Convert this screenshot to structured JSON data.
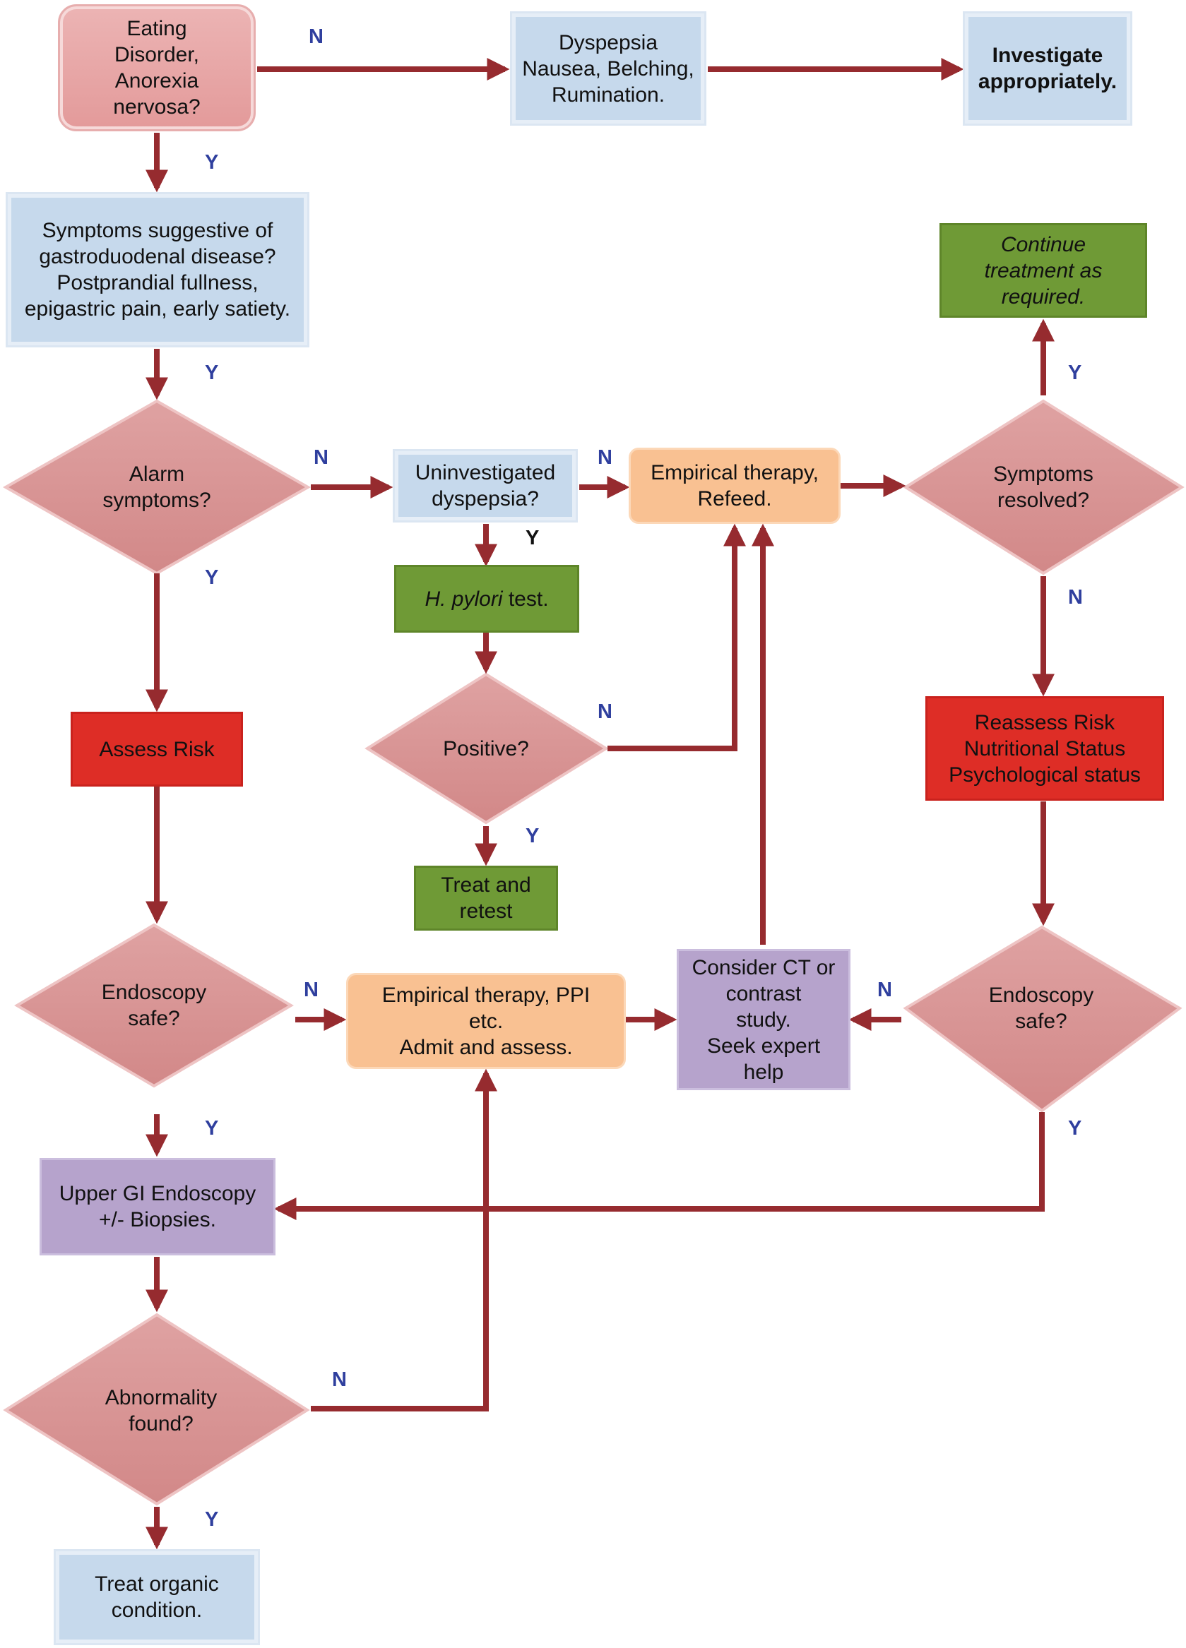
{
  "nodes": {
    "eating_disorder": "Eating\nDisorder,\nAnorexia\nnervosa?",
    "dyspepsia_nausea": "Dyspepsia\nNausea, Belching,\nRumination.",
    "investigate": "Investigate\nappropriately.",
    "symptoms_gastro": "Symptoms suggestive of\ngastroduodenal disease?\nPostprandial fullness,\nepigastric pain, early satiety.",
    "continue_treatment": "Continue\ntreatment as\nrequired.",
    "alarm_symptoms": "Alarm\nsymptoms?",
    "uninvestigated": "Uninvestigated\ndyspepsia?",
    "empirical_refeed": "Empirical therapy,\nRefeed.",
    "symptoms_resolved": "Symptoms\nresolved?",
    "hpylori_italic": "H. pylori",
    "hpylori_rest": " test.",
    "assess_risk": "Assess Risk",
    "positive": "Positive?",
    "reassess": "Reassess Risk\nNutritional Status\nPsychological status",
    "treat_retest": "Treat and\nretest",
    "endoscopy_safe_left": "Endoscopy\nsafe?",
    "empirical_ppi": "Empirical therapy, PPI\netc.\nAdmit and assess.",
    "consider_ct": "Consider CT or\ncontrast\nstudy.\nSeek expert\nhelp",
    "endoscopy_safe_right": "Endoscopy\nsafe?",
    "upper_gi": "Upper GI Endoscopy\n+/- Biopsies.",
    "abnormality": "Abnormality\nfound?",
    "treat_organic": "Treat organic\ncondition."
  },
  "edge_labels": {
    "ed_no": "N",
    "ed_yes": "Y",
    "sym_yes": "Y",
    "alarm_no": "N",
    "uninv_no": "N",
    "uninv_yes": "Y",
    "alarm_yes": "Y",
    "resolved_yes": "Y",
    "resolved_no": "N",
    "positive_no": "N",
    "positive_yes": "Y",
    "endo_left_no": "N",
    "endo_right_no": "N",
    "endo_left_yes": "Y",
    "endo_right_yes": "Y",
    "abn_no": "N",
    "abn_yes": "Y"
  },
  "colors": {
    "arrow": "#962b2f",
    "diamond": "#d99292",
    "diamond_edge": "#e9b8b8",
    "label": "#2f3f9e"
  }
}
